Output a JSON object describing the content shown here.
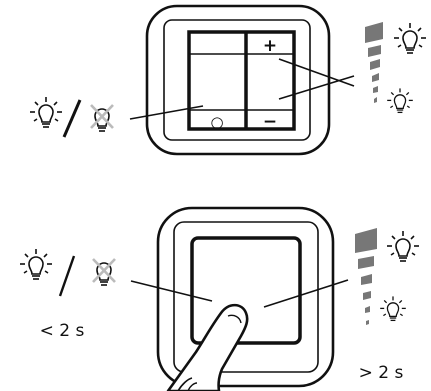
{
  "top_panel": {
    "plus_symbol": "+",
    "minus_symbol": "−",
    "circle_symbol": "○",
    "level_ramp_steps": 6
  },
  "bottom_panel": {
    "short_press_label": "< 2 s",
    "long_press_label": "> 2 s",
    "level_ramp_steps": 6
  },
  "icons": [
    "bulb-on-icon",
    "bulb-off-icon",
    "dimmer-level-ramp-icon",
    "hand-finger-icon",
    "touch-panel-icon"
  ],
  "colors": {
    "stroke": "#111111",
    "ramp": "#777777",
    "off_cross": "#bbbbbb",
    "background": "#ffffff"
  }
}
